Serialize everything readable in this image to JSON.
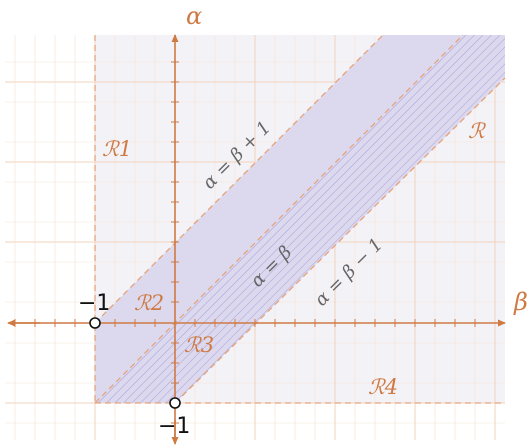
{
  "axes": {
    "horizontal_label": "β",
    "vertical_label": "α"
  },
  "lines": {
    "upper": "α = β + 1",
    "middle": "α = β",
    "lower": "α = β − 1"
  },
  "regions": {
    "r": "ℛ",
    "r1": "ℛ1",
    "r2": "ℛ2",
    "r3": "ℛ3",
    "r4": "ℛ4"
  },
  "points": {
    "left": "−1",
    "bottom": "−1"
  },
  "colors": {
    "axis": "#cf7a43",
    "grid": "#f1d3bd",
    "dashed": "#e6a37a",
    "band": "#dcd8ee",
    "hatch": "#a9a3db",
    "light_region": "#f3f2f7"
  }
}
